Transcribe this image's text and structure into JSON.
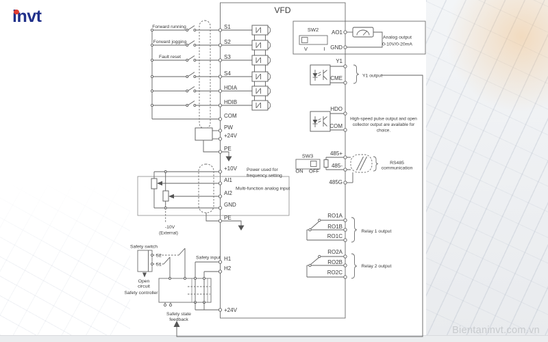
{
  "brand": {
    "logo": "invt",
    "watermark": "Bientaninvt.com.vn"
  },
  "diagram": {
    "title": "VFD",
    "digital_inputs": {
      "notes": [
        "Forward running",
        "Forward jogging",
        "Fault reset"
      ],
      "terminals": [
        "S1",
        "S2",
        "S3",
        "S4",
        "HDIA",
        "HDIB",
        "COM",
        "PW"
      ]
    },
    "power_terminals": {
      "p24v": "+24V",
      "pe": "PE"
    },
    "analog_inputs": {
      "p10v": "+10V",
      "terminals": [
        "AI1",
        "AI2",
        "GND"
      ],
      "pe": "PE",
      "minus10v": "-10V",
      "external": "(External)",
      "note_line1": "Power used for",
      "note_line2": "frequency setting",
      "label": "Multi-function analog input"
    },
    "analog_output": {
      "sw_label": "SW2",
      "pos_v": "V",
      "pos_i": "I",
      "ao1": "AO1",
      "gnd": "GND",
      "caption_line1": "Analog output",
      "caption_line2": "0-10V/0-20mA"
    },
    "y1_output": {
      "y1": "Y1",
      "cme": "CME",
      "label": "Y1 output"
    },
    "hdo_output": {
      "hdo": "HDO",
      "com": "COM",
      "note_line1": "High-speed pulse output and open",
      "note_line2": "collector output are available for",
      "note_line3": "choice."
    },
    "rs485": {
      "sw_label": "SW3",
      "on": "ON",
      "off": "OFF",
      "plus": "485+",
      "minus": "485-",
      "gnd": "485G",
      "label_line1": "RS485",
      "label_line2": "communication"
    },
    "relay1": {
      "a": "RO1A",
      "b": "RO1B",
      "c": "RO1C",
      "label": "Relay 1 output"
    },
    "relay2": {
      "a": "RO2A",
      "b": "RO2B",
      "c": "RO2C",
      "label": "Relay 2 output"
    },
    "safety": {
      "switch_label": "Safety switch",
      "s2": "S2",
      "s1": "S1",
      "open_line1": "Open",
      "open_line2": "circuit",
      "controller_label": "Safety controller",
      "input_label": "Safety input",
      "h1": "H1",
      "h2": "H2",
      "p24v": "+24V",
      "feedback_line1": "Safety state",
      "feedback_line2": "feedback"
    }
  },
  "colors": {
    "wire": "#5f5f5f",
    "text": "#3a3a3a",
    "logo_navy": "#20308a",
    "logo_red": "#e03c31",
    "watermark": "#c8cbce"
  }
}
